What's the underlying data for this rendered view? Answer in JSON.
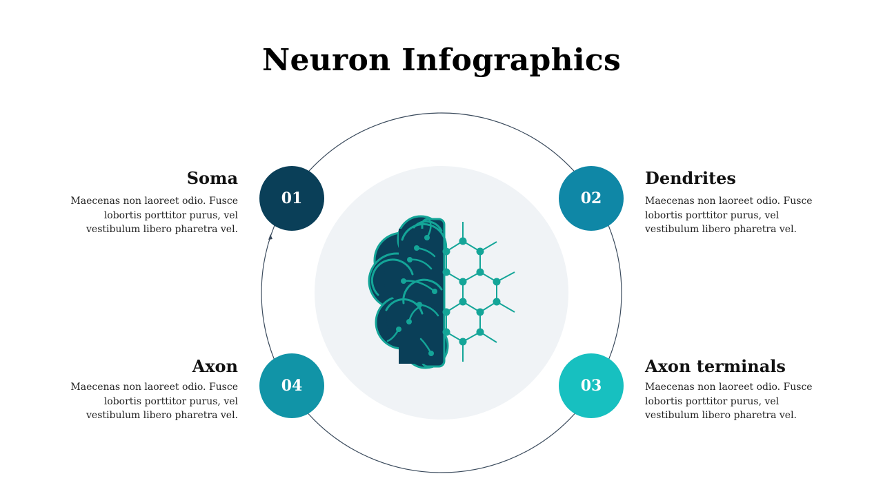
{
  "title": "Neuron Infographics",
  "colors": {
    "step1": "#0a3f58",
    "step2": "#0f87a6",
    "step3": "#17c0c0",
    "step4": "#1194a7",
    "ring": "#3a4a5c",
    "center_disc": "#f0f3f6",
    "brain_fill": "#0a3f58",
    "brain_line": "#14a598"
  },
  "steps": [
    {
      "number": "01",
      "title": "Soma",
      "text": "Maecenas non laoreet odio. Fusce lobortis porttitor purus, vel vestibulum libero pharetra vel."
    },
    {
      "number": "02",
      "title": "Dendrites",
      "text": "Maecenas non laoreet odio. Fusce lobortis porttitor purus, vel vestibulum libero pharetra vel."
    },
    {
      "number": "03",
      "title": "Axon terminals",
      "text": "Maecenas non laoreet odio. Fusce lobortis porttitor purus, vel vestibulum libero pharetra vel."
    },
    {
      "number": "04",
      "title": "Axon",
      "text": "Maecenas non laoreet odio. Fusce lobortis porttitor purus, vel vestibulum libero pharetra vel."
    }
  ],
  "icons": {
    "center": "brain-circuit-icon",
    "ring_arrow": "arrow-head-icon"
  }
}
